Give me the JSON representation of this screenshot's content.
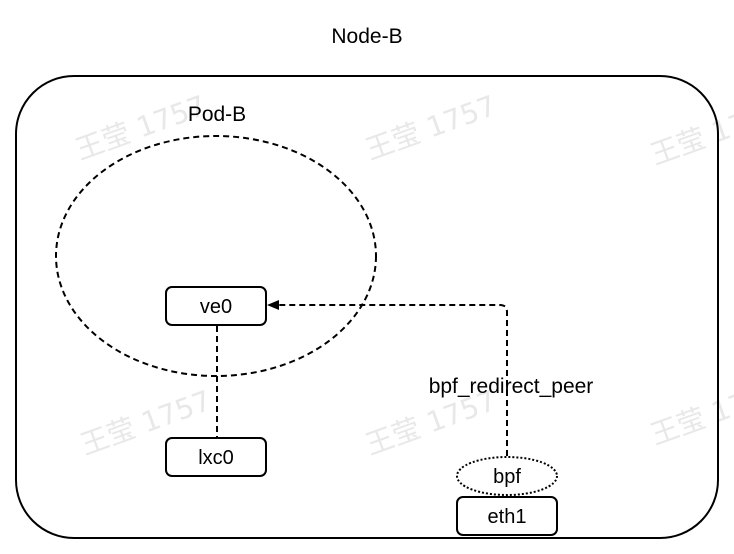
{
  "diagram": {
    "node_label": "Node-B",
    "pod_label": "Pod-B",
    "ve0_label": "ve0",
    "lxc0_label": "lxc0",
    "bpf_label": "bpf",
    "eth1_label": "eth1",
    "arrow_label": "bpf_redirect_peer"
  },
  "watermark": {
    "text": "王莹 1757"
  }
}
